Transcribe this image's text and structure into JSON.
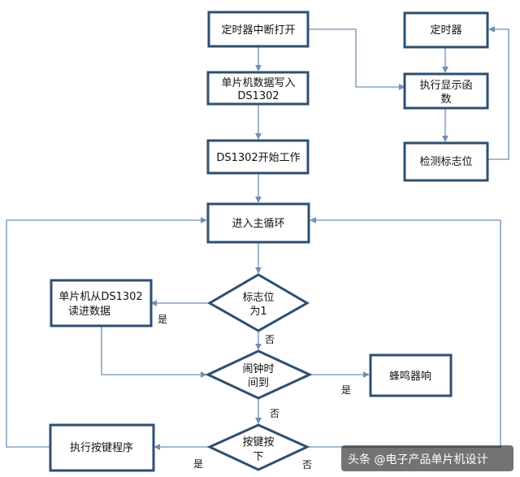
{
  "nodes": {
    "timer_interrupt": "定时器中断打开",
    "write_line1": "单片机数据写入",
    "write_line2": "DS1302",
    "ds_start": "DS1302开始工作",
    "main_loop": "进入主循环",
    "flag_line1": "标志位",
    "flag_line2": "为1",
    "read_line1": "单片机从DS1302",
    "read_line2": "读进数据",
    "alarm_line1": "闹钟时",
    "alarm_line2": "间到",
    "buzzer": "蜂鸣器响",
    "key_line1": "按键按",
    "key_line2": "下",
    "exec_key": "执行按键程序",
    "timer": "定时器",
    "display_line1": "执行显示函",
    "display_line2": "数",
    "check_flag": "检测标志位"
  },
  "labels": {
    "flag_yes": "是",
    "flag_no": "否",
    "alarm_yes": "是",
    "alarm_no": "否",
    "key_yes": "是",
    "key_no": "否"
  },
  "watermark": "头条 @电子产品单片机设计"
}
